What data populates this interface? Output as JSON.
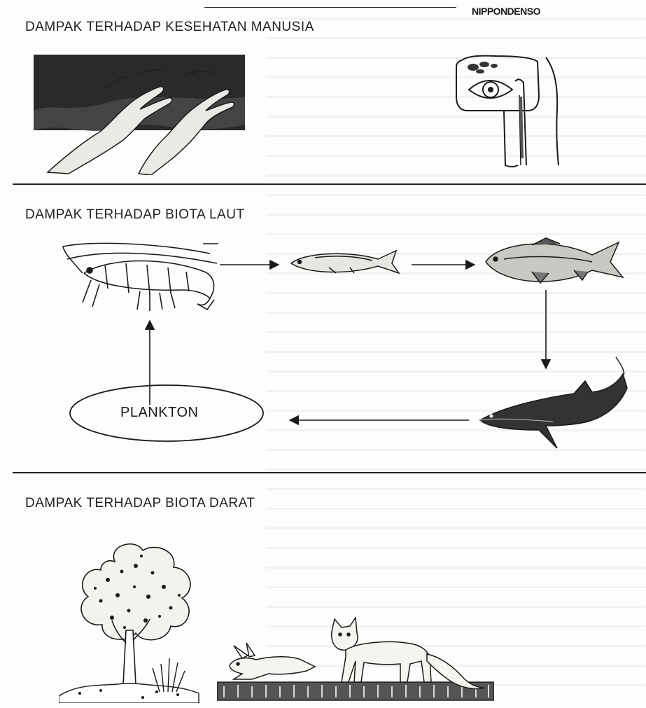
{
  "brand": "NIPPONDENSO",
  "sections": {
    "human": {
      "heading": "DAMPAK TERHADAP KESEHATAN MANUSIA"
    },
    "marine": {
      "heading": "DAMPAK TERHADAP BIOTA LAUT",
      "plankton_label": "PLANKTON"
    },
    "land": {
      "heading": "DAMPAK TERHADAP BIOTA DARAT"
    }
  },
  "icons": {
    "hands": "hands-icon",
    "eye": "eye-profile-icon",
    "shrimp": "shrimp-icon",
    "small_fish": "small-fish-icon",
    "large_fish": "large-fish-icon",
    "shark": "shark-icon",
    "tree": "tree-icon",
    "rabbit": "rabbit-icon",
    "fox": "fox-icon"
  },
  "colors": {
    "ink": "#1a1a1a",
    "paper": "#fdfdfb"
  }
}
